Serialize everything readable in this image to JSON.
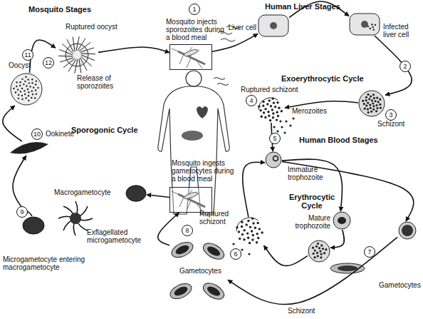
{
  "diagram": {
    "nodes": [
      {
        "text": [
          "Mosquito injects sporozoites during a blood meal"
        ]
      },
      {
        "text": [
          "Liver cell"
        ]
      },
      {
        "text": [
          "Infected liver cell"
        ]
      },
      {
        "text": [
          "Schizont"
        ]
      },
      {
        "text": [
          "Ruptured schizont"
        ]
      },
      {
        "text": [
          "Immature trophozoite"
        ]
      },
      {
        "text": [
          "Mature trophozoite"
        ]
      },
      {
        "text": [
          "Schizont"
        ]
      },
      {
        "text": [
          "Ruptured schizont"
        ]
      },
      {
        "text": [
          "Gametocytes"
        ]
      },
      {
        "text": [
          "Gametocytes"
        ]
      },
      {
        "text": [
          "Mosquito ingests gametocytes during a blood meal"
        ]
      },
      {
        "text": [
          "Macrogametocyte"
        ]
      },
      {
        "text": [
          "Exflagellated microgametocyte"
        ]
      },
      {
        "text": [
          "Microgametocyte entering macrogametocyte"
        ]
      },
      {
        "text": [
          "Ookinete"
        ]
      },
      {
        "text": [
          "Oocyst"
        ]
      },
      {
        "text": [
          "Ruptured oocyst",
          "Release of sporozoites"
        ]
      }
    ],
    "edges": [
      {
        "from": 0,
        "to": 1,
        "arrow": "to"
      },
      {
        "from": 1,
        "to": 2,
        "arrow": "to"
      },
      {
        "from": 2,
        "to": 3,
        "arrow": "to"
      },
      {
        "from": 3,
        "to": 4,
        "arrow": "to"
      },
      {
        "from": 4,
        "to": 5,
        "arrow": "to"
      },
      {
        "from": 5,
        "to": 6,
        "arrow": "to"
      },
      {
        "from": 6,
        "to": 7,
        "arrow": "to"
      },
      {
        "from": 7,
        "to": 8,
        "arrow": "to"
      },
      {
        "from": 8,
        "to": 5,
        "arrow": "to"
      },
      {
        "from": 5,
        "to": 9,
        "arrow": "to"
      },
      {
        "from": 9,
        "to": 10,
        "arrow": "to"
      },
      {
        "from": 10,
        "to": 11,
        "arrow": "to"
      },
      {
        "from": 11,
        "to": 12,
        "arrow": "to"
      },
      {
        "from": 14,
        "to": 15,
        "arrow": "to"
      },
      {
        "from": 15,
        "to": 16,
        "arrow": "to"
      },
      {
        "from": 16,
        "to": 17,
        "arrow": "to"
      },
      {
        "from": 17,
        "to": 0,
        "arrow": "to"
      }
    ],
    "labels": [
      "Mosquito Stages",
      "Human Liver Stages",
      "Exoerythrocytic Cycle",
      "Human Blood Stages",
      "Erythrocytic Cycle",
      "Sporogonic Cycle",
      "Merozoites",
      "1",
      "2",
      "3",
      "4",
      "5",
      "6",
      "7",
      "8",
      "9",
      "10",
      "11",
      "12"
    ]
  }
}
